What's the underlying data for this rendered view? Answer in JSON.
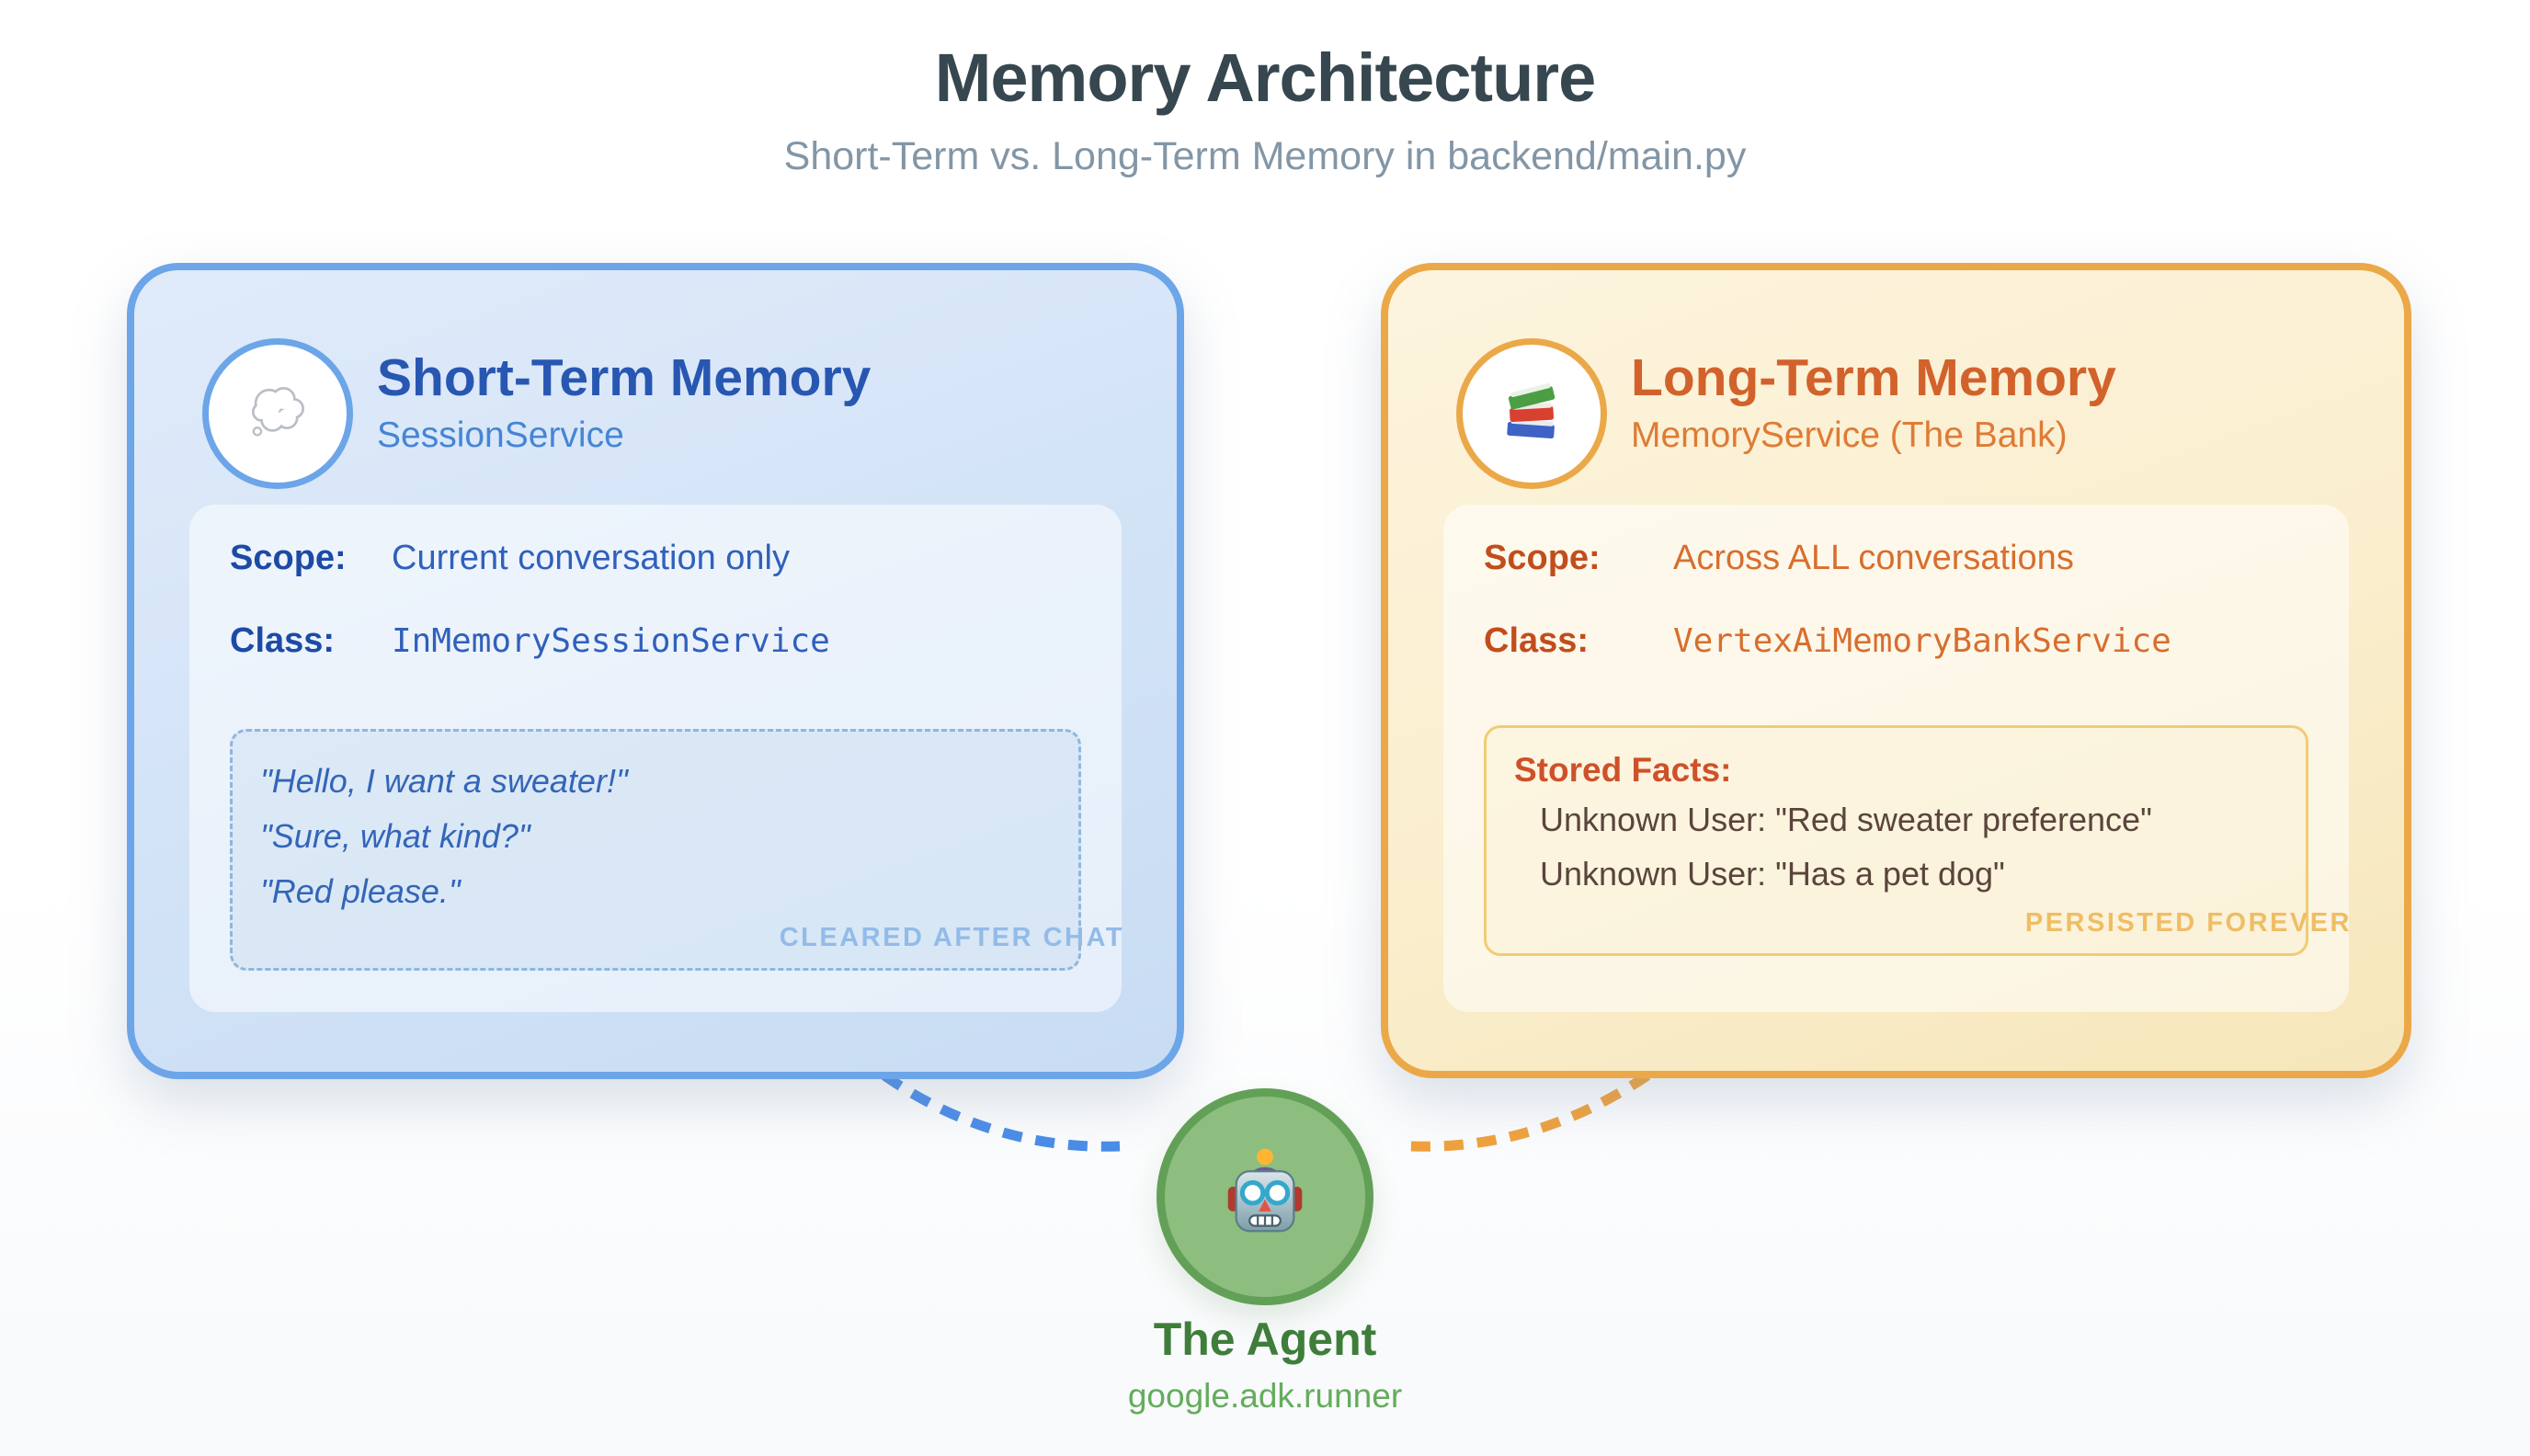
{
  "page": {
    "title": "Memory Architecture",
    "subtitle": "Short-Term vs. Long-Term Memory in backend/main.py"
  },
  "short_term": {
    "title": "Short-Term Memory",
    "subtitle": "SessionService",
    "icon": "thought-balloon-icon",
    "scope_label": "Scope:",
    "scope_value": "Current conversation only",
    "class_label": "Class:",
    "class_value": "InMemorySessionService",
    "quotes": [
      "\"Hello, I want a sweater!\"",
      "\"Sure, what kind?\"",
      "\"Red please.\""
    ],
    "badge": "CLEARED AFTER CHAT"
  },
  "long_term": {
    "title": "Long-Term Memory",
    "subtitle": "MemoryService (The Bank)",
    "icon": "books-icon",
    "scope_label": "Scope:",
    "scope_value": "Across ALL conversations",
    "class_label": "Class:",
    "class_value": "VertexAiMemoryBankService",
    "facts_title": "Stored Facts:",
    "facts": [
      "Unknown User: \"Red sweater preference\"",
      "Unknown User: \"Has a pet dog\""
    ],
    "badge": "PERSISTED FOREVER"
  },
  "agent": {
    "title": "The Agent",
    "subtitle": "google.adk.runner",
    "icon": "robot-icon"
  },
  "colors": {
    "title_text": "#37474f",
    "subtitle_text": "#8396a6",
    "short_term_accent": "#2857b2",
    "short_term_border": "#6ca5e8",
    "short_term_connector": "#4a8ce8",
    "long_term_accent": "#d2622b",
    "long_term_border": "#eba848",
    "long_term_connector": "#f0a13c",
    "agent_fill": "#8dbe7f",
    "agent_border": "#63a057",
    "agent_text": "#3e7e3a"
  }
}
